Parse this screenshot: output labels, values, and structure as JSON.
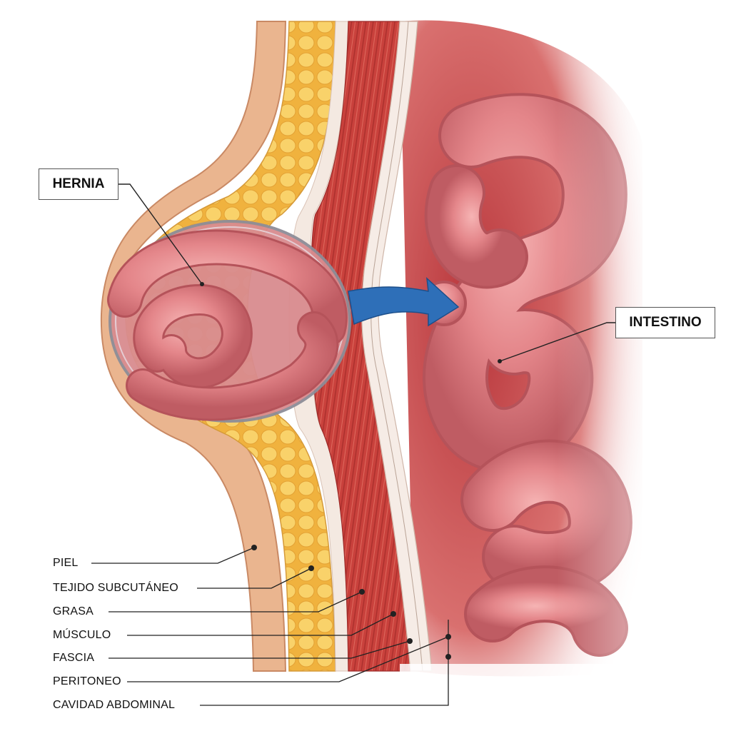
{
  "callouts": {
    "hernia": "HERNIA",
    "intestino": "INTESTINO"
  },
  "layers": [
    {
      "key": "piel",
      "label": "PIEL"
    },
    {
      "key": "tejido",
      "label": "TEJIDO SUBCUTÁNEO"
    },
    {
      "key": "grasa",
      "label": "GRASA"
    },
    {
      "key": "musculo",
      "label": "MÚSCULO"
    },
    {
      "key": "fascia",
      "label": "FASCIA"
    },
    {
      "key": "peritoneo",
      "label": "PERITONEO"
    },
    {
      "key": "cavidad",
      "label": "CAVIDAD ABDOMINAL"
    }
  ],
  "colors": {
    "skin": "#e9b48f",
    "fat": "#f6c64f",
    "muscle": "#c8403b",
    "fascia": "#f3e6dc",
    "intestine": "#e6868a",
    "arrow": "#2e6fb8"
  }
}
